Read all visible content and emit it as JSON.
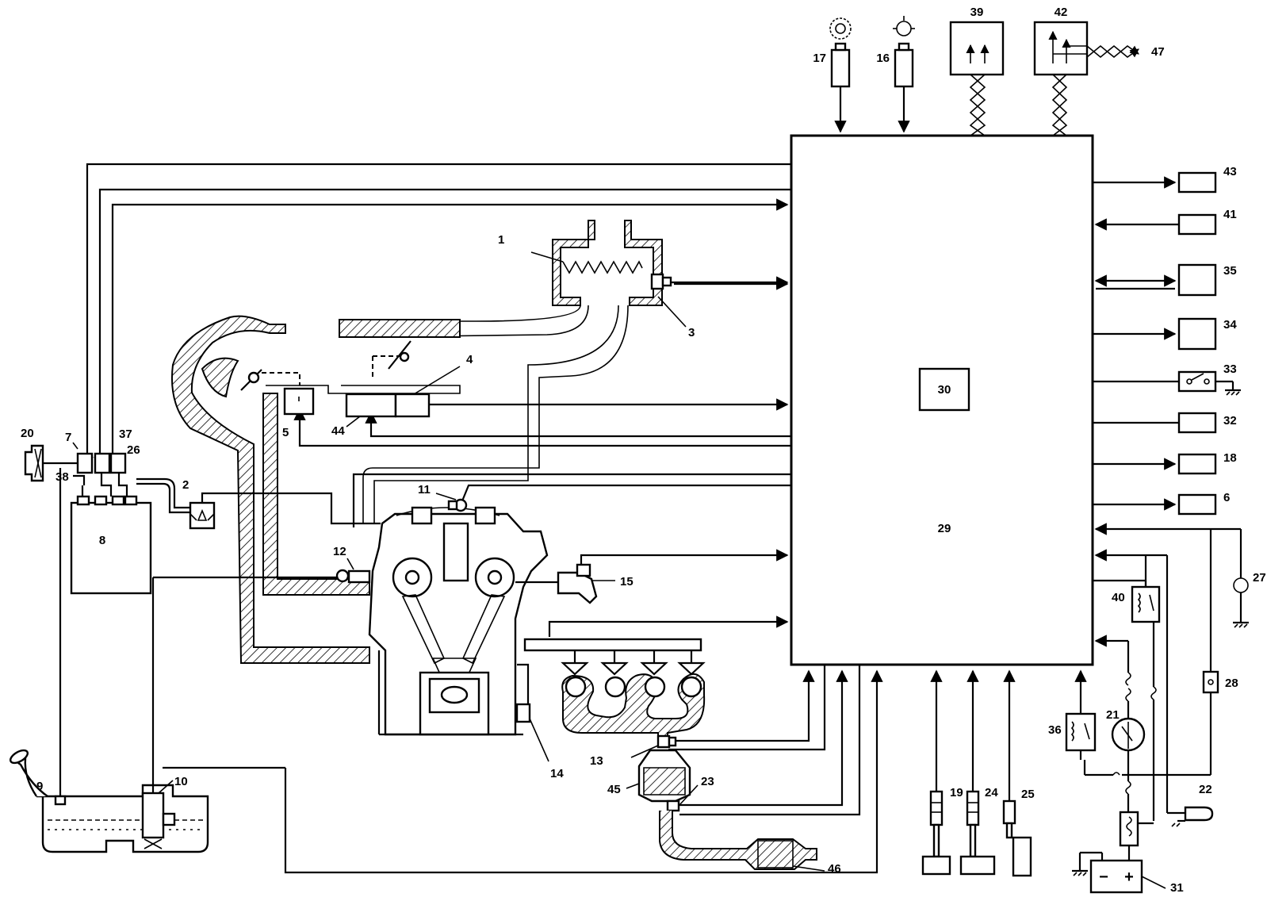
{
  "labels": {
    "n1": "1",
    "n2": "2",
    "n3": "3",
    "n4": "4",
    "n5": "5",
    "n6": "6",
    "n7": "7",
    "n8": "8",
    "n9": "9",
    "n10": "10",
    "n11": "11",
    "n12": "12",
    "n13": "13",
    "n14": "14",
    "n15": "15",
    "n16": "16",
    "n17": "17",
    "n18": "18",
    "n19": "19",
    "n20": "20",
    "n21": "21",
    "n22": "22",
    "n23": "23",
    "n24": "24",
    "n25": "25",
    "n26": "26",
    "n27": "27",
    "n28": "28",
    "n29": "29",
    "n30": "30",
    "n31": "31",
    "n32": "32",
    "n33": "33",
    "n34": "34",
    "n35": "35",
    "n36": "36",
    "n37": "37",
    "n38": "38",
    "n39": "39",
    "n40": "40",
    "n41": "41",
    "n42": "42",
    "n43": "43",
    "n44": "44",
    "n45": "45",
    "n46": "46",
    "n47": "47"
  },
  "battery": {
    "minus": "−",
    "plus": "+"
  }
}
